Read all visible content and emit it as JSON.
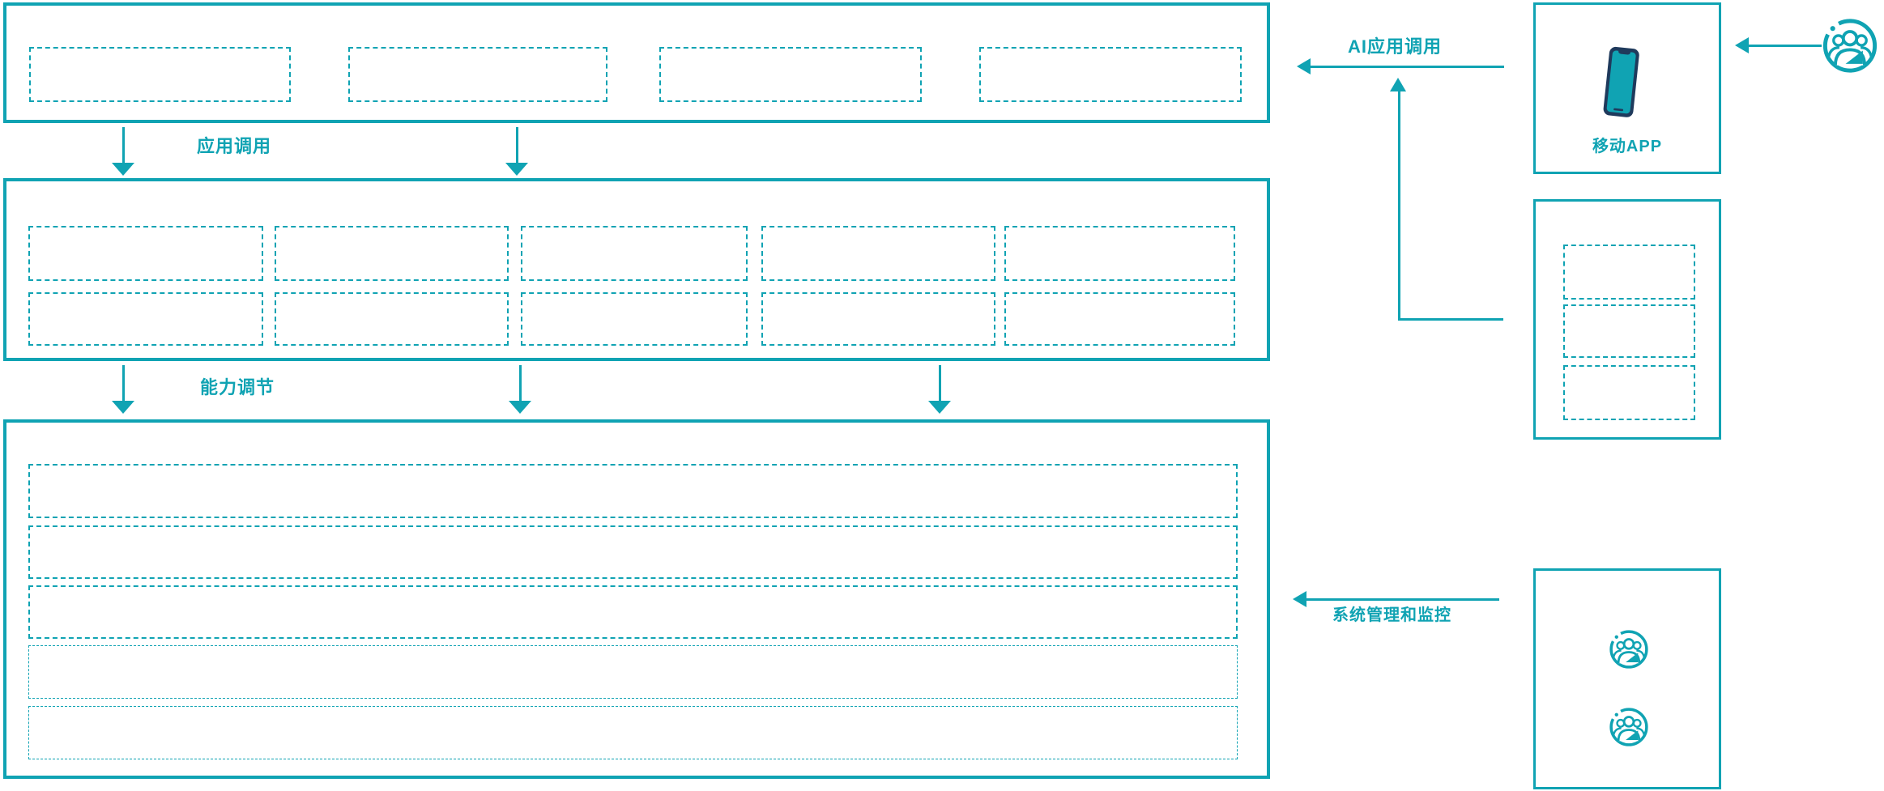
{
  "diagram": {
    "colors": {
      "accent": "#10A3B3",
      "phone_dark": "#1F3A5C"
    },
    "labels": {
      "app_call": "应用调用",
      "capability_adjust": "能力调节",
      "ai_app_call": "AI应用调用",
      "mobile_app": "移动APP",
      "system_monitor": "系统管理和监控"
    },
    "icons": {
      "phone": "mobile-phone-icon",
      "user_group": "user-group-icon"
    }
  }
}
